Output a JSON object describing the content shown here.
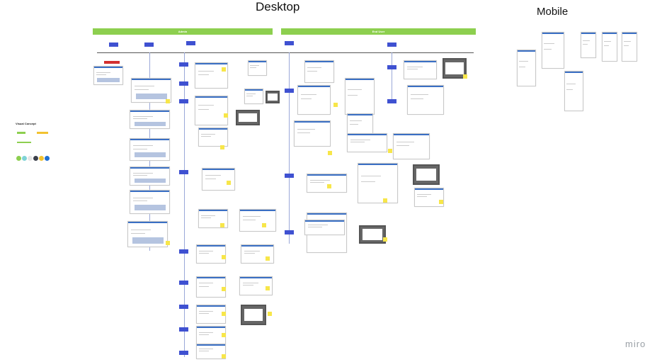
{
  "board": {
    "desktop_title": "Desktop",
    "mobile_title": "Mobile",
    "admin_label": "Admin",
    "end_user_label": "End User",
    "visual_concept_title": "Visual Concept",
    "watermark": "miro"
  },
  "colors": {
    "lane_bar": "#8dcf4f",
    "step_box": "#3f51d1",
    "sticky": "#f7e64a",
    "palette": [
      "#8dcf4f",
      "#7fd3d6",
      "#e6e6e6",
      "#3b3f4a",
      "#f2c230",
      "#1f6fd1"
    ]
  }
}
